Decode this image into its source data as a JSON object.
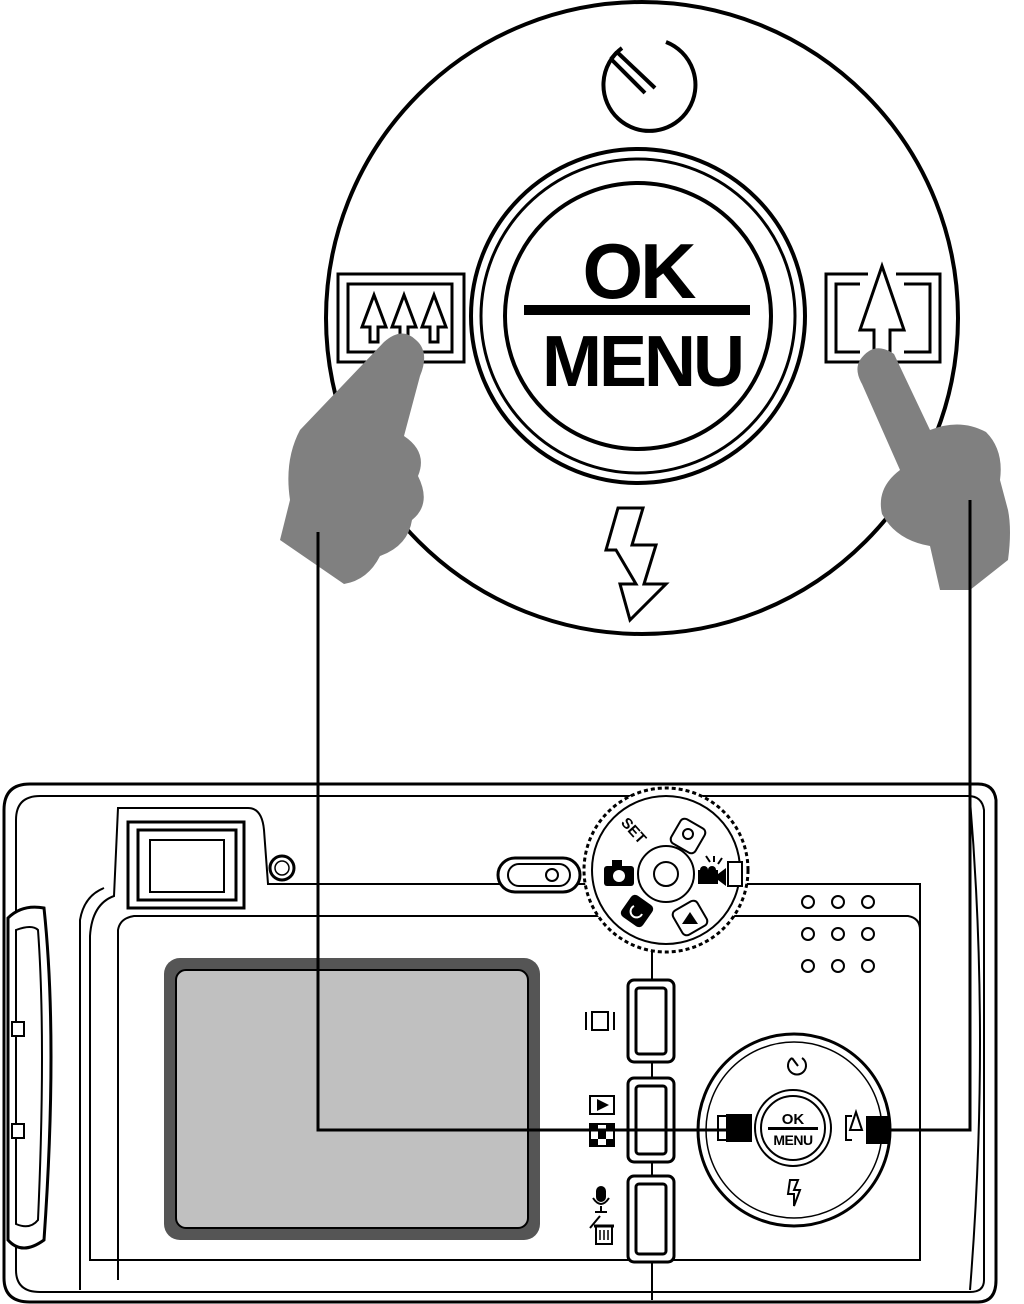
{
  "diagram": {
    "zoom_panel": {
      "ok_label": "OK",
      "menu_label": "MENU"
    },
    "camera": {
      "mini_ok_label": "OK",
      "mini_menu_label": "MENU",
      "mode_dial_set_label": "SET"
    },
    "colors": {
      "line": "#000000",
      "hand": "#808080",
      "lcd_screen": "#c0c0c0",
      "lcd_frame": "#555555",
      "background": "#ffffff"
    }
  }
}
